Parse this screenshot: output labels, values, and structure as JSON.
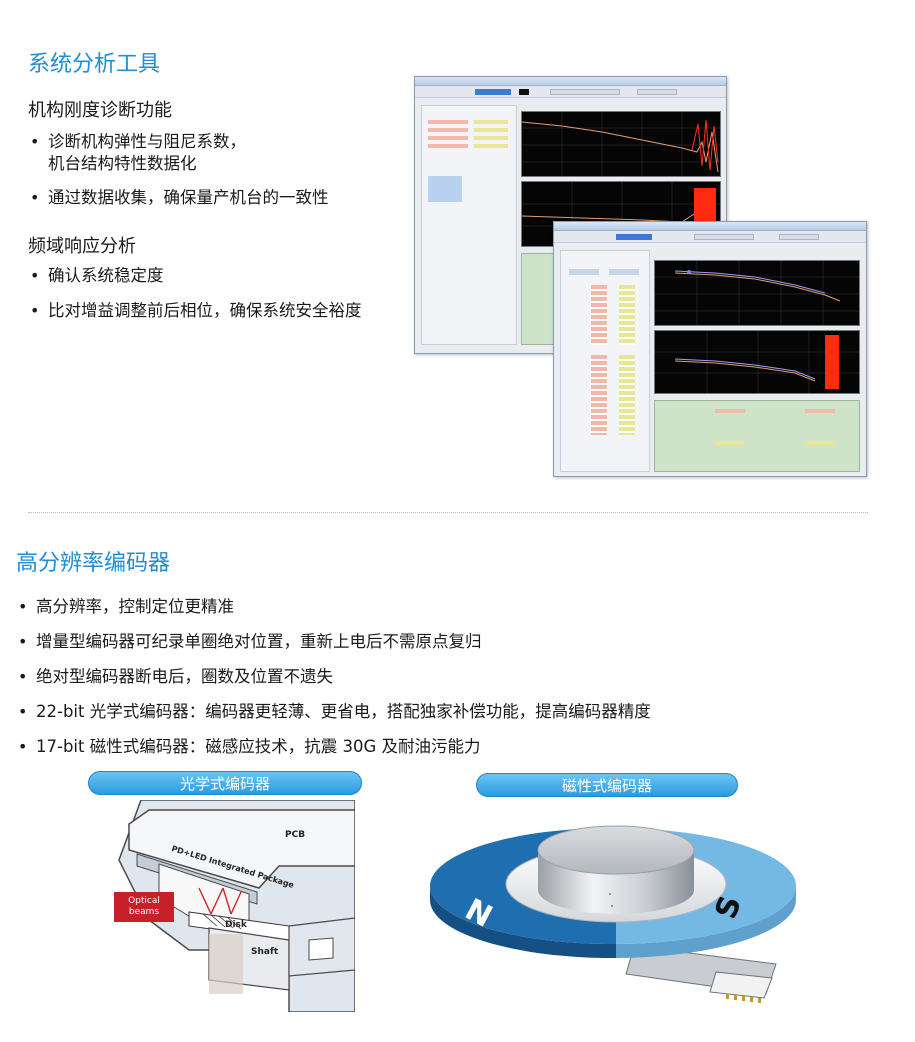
{
  "section1": {
    "title": "系统分析工具",
    "stiffness": {
      "title": "机构刚度诊断功能",
      "bullets": [
        "诊断机构弹性与阻尼系数，",
        "机台结构特性数据化",
        "通过数据收集，确保量产机台的一致性"
      ]
    },
    "frequency": {
      "title": "频域响应分析",
      "bullets": [
        "确认系统稳定度",
        "比对增益调整前后相位，确保系统安全裕度"
      ]
    }
  },
  "section2": {
    "title": "高分辨率编码器",
    "bullets": [
      "高分辨率，控制定位更精准",
      "增量型编码器可纪录单圈绝对位置，重新上电后不需原点复归",
      "绝对型编码器断电后，圈数及位置不遗失",
      "22-bit 光学式编码器：编码器更轻薄、更省电，搭配独家补偿功能，提高编码器精度",
      "17-bit 磁性式编码器：磁感应技术，抗震 30G 及耐油污能力"
    ]
  },
  "optical": {
    "label": "光学式编码器",
    "pcb": "PCB",
    "package": "PD+LED Integrated Package",
    "beams_line1": "Optical",
    "beams_line2": "beams",
    "disk": "Disk",
    "shaft": "Shaft"
  },
  "magnetic": {
    "label": "磁性式编码器",
    "north": "N",
    "south": "S"
  },
  "colors": {
    "accent": "#1e8fd4",
    "magnet_north": "#1f6fb0",
    "magnet_south": "#74b9e3",
    "beams_box": "#c8202a"
  }
}
